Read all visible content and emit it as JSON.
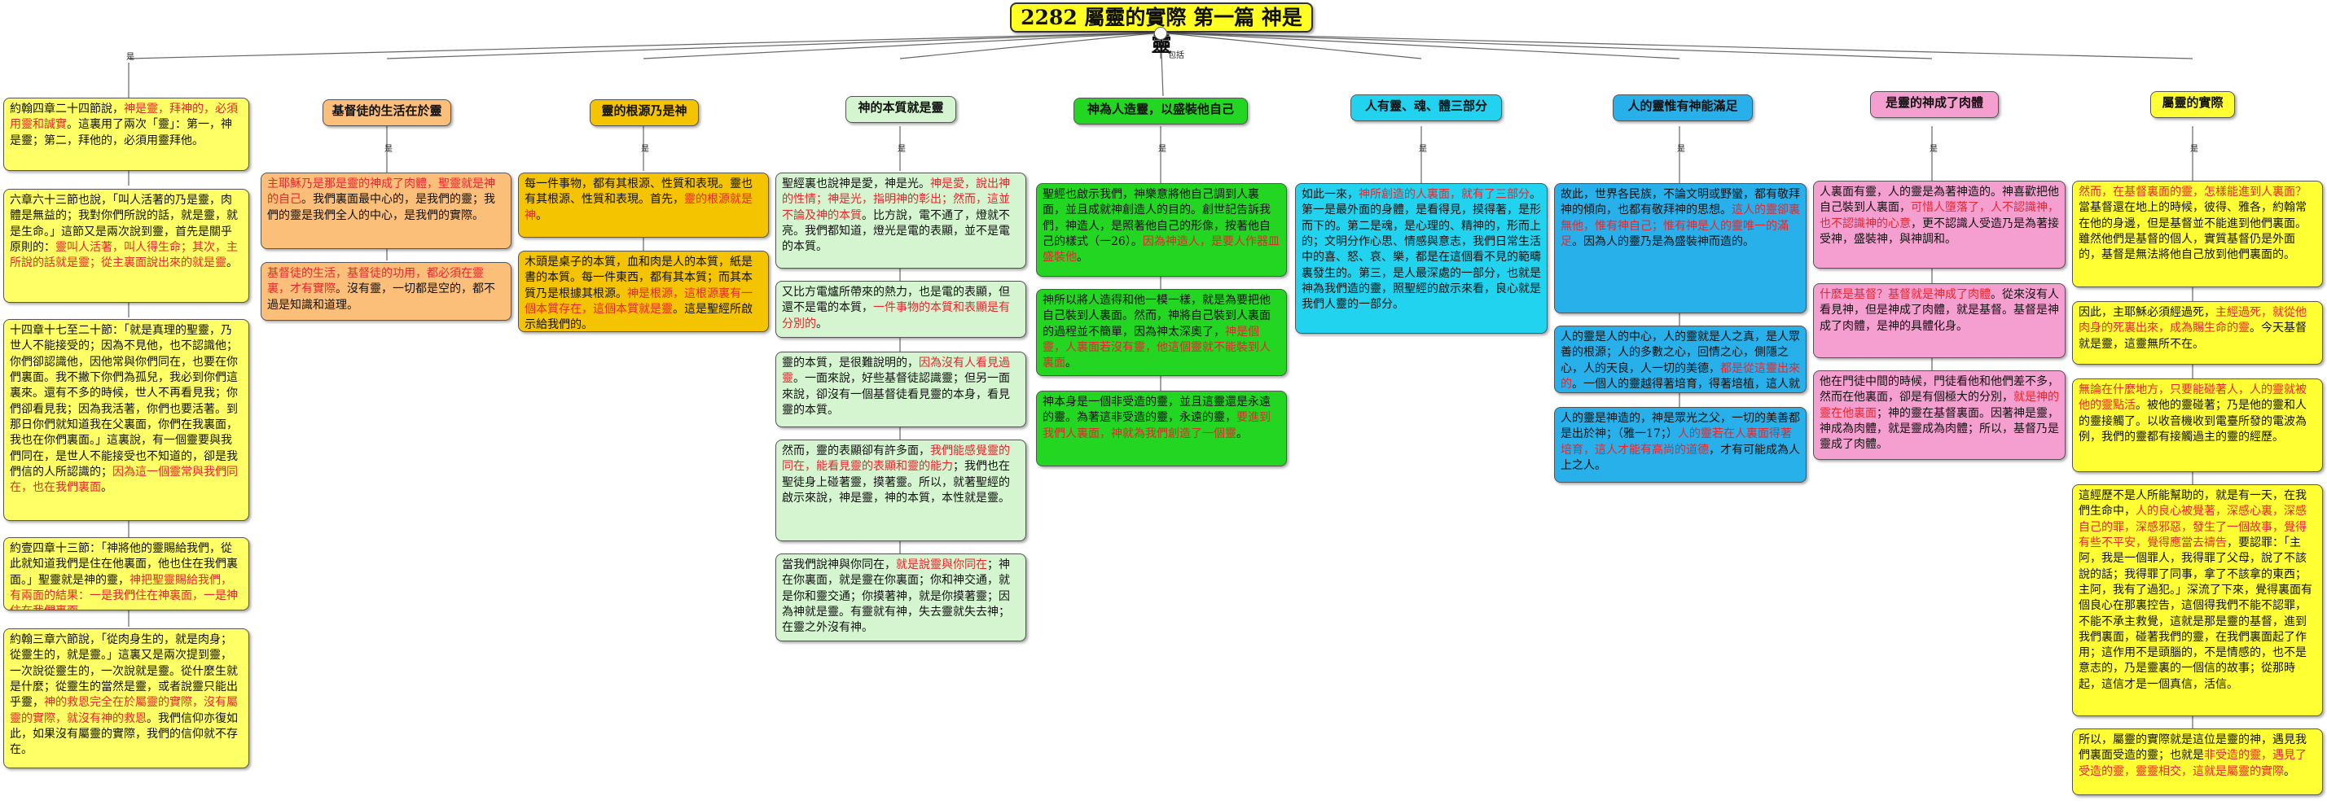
{
  "root": {
    "title": "2282 屬靈的實際 第一篇  神是靈"
  },
  "labels": {
    "root_rel": "包括",
    "rel": "是"
  },
  "branches": {
    "b1": {
      "title": "基督徒的生活在於靈"
    },
    "b2": {
      "title": "靈的根源乃是神"
    },
    "b3": {
      "title": "神的本質就是靈"
    },
    "b4": {
      "title": "神為人造靈，以盛裝他自己"
    },
    "b5": {
      "title": "人有靈、魂、體三部分"
    },
    "b6": {
      "title": "人的靈惟有神能滿足"
    },
    "b7": {
      "title": "是靈的神成了肉體"
    },
    "b8": {
      "title": "屬靈的實際"
    }
  },
  "col0": {
    "n1a": "約翰四章二十四節說，",
    "n1b": "神是靈，拜神的，必須用靈和誠實",
    "n1c": "。這裏用了兩次「靈」：第一，神是靈；第二，拜他的，必須用靈拜他。",
    "n2a": "六章六十三節也說，「叫人活著的乃是靈，肉體是無益的；我對你們所說的話，就是靈，就是生命。」這節又是兩次說到靈，首先是關乎原則的：",
    "n2b": "靈叫人活著，叫人得生命；其次，主所說的話就是靈；從主裏面說出來的就是靈",
    "n2c": "。",
    "n3a": "十四章十七至二十節：「就是真理的聖靈，乃世人不能接受的；因為不見他，也不認識他；你們卻認識他，因他常與你們同在，也要在你們裏面。我不撇下你們為孤兒，我必到你們這裏來。還有不多的時候，世人不再看見我；你們卻看見我；因為我活著，你們也要活著。到那日你們就知道我在父裏面，你們在我裏面，我也在你們裏面。」這裏說，有一個靈要與我們同在，是世人不能接受也不知道的，卻是我們信的人所認識的；",
    "n3b": "因為這一個靈常與我們同在，也在我們裏面",
    "n3c": "。",
    "n4a": "約壹四章十三節：「神將他的靈賜給我們，從此就知道我們是住在他裏面，他也住在我們裏面。」聖靈就是神的靈，",
    "n4b": "神把聖靈賜給我們，有兩面的結果：一是我們住在神裏面，一是神住在我們裏面",
    "n4c": "。",
    "n5a": "約翰三章六節說，「從肉身生的，就是肉身；從靈生的，就是靈。」這裏又是兩次提到靈，一次說從靈生的，一次說就是靈。從什麼生就是什麼；從靈生的當然是靈，或者說靈只能出乎靈，",
    "n5b": "神的救恩完全在於屬靈的實際，沒有屬靈的實際，就沒有神的救恩",
    "n5c": "。我們信仰亦復如此，如果沒有屬靈的實際，我們的信仰就不存在。"
  },
  "col1": {
    "n1a": "主耶穌乃是那是靈的神成了肉體，聖靈就是神的自己",
    "n1b": "。我們裏面最中心的，是我們的靈；我們的靈是我們全人的中心，是我們的實際。",
    "n2a": "基督徒的生活，基督徒的功用，都必須在靈裏，才有實際",
    "n2b": "。沒有靈，一切都是空的，都不過是知識和道理。"
  },
  "col2": {
    "n1a": "每一件事物，都有其根源、性質和表現。靈也有其根源、性質和表現。首先，",
    "n1b": "靈的根源就是神",
    "n1c": "。",
    "n2a": "木頭是桌子的本質，血和肉是人的本質，紙是書的本質。每一件東西，都有其本質；而其本質乃是根據其根源。",
    "n2b": "神是根源，這根源裏有一個本質存在，這個本質就是靈",
    "n2c": "。這是聖經所啟示給我們的。"
  },
  "col3": {
    "n1a": "聖經裏也說神是愛，神是光。",
    "n1b": "神是愛，說出神的性情；神是光，指明神的彰出；然而，這並不論及神的本質",
    "n1c": "。比方說，電不通了，燈就不亮。我們都知道，燈光是電的表顯，並不是電的本質。",
    "n2a": "又比方電爐所帶來的熱力，也是電的表顯，但還不是電的本質，",
    "n2b": "一件事物的本質和表顯是有分別的",
    "n2c": "。",
    "n3a": "靈的本質，是很難說明的，",
    "n3b": "因為沒有人看見過靈",
    "n3c": "。一面來說，好些基督徒認識靈；但另一面來說，卻沒有一個基督徒看見靈的本身，看見靈的本質。",
    "n4a": "然而，靈的表顯卻有許多面，",
    "n4b": "我們能感覺靈的同在，能看見靈的表顯和靈的能力",
    "n4c": "；我們也在聖徒身上碰著靈，摸著靈。所以，就著聖經的啟示來說，神是靈，神的本質，本性就是靈。",
    "n5a": "當我們說神與你同在，",
    "n5b": "就是說靈與你同在",
    "n5c": "；神在你裏面，就是靈在你裏面；你和神交通，就是你和靈交通；你摸著神，就是你摸著靈；因為神就是靈。有靈就有神，失去靈就失去神；在靈之外沒有神。"
  },
  "col4": {
    "n1a": "聖經也啟示我們，神樂意將他自己調到人裏面，並且成就神創造人的目的。創世記告訴我們，神造人，是照著他自己的形像，按著他自己的樣式（一26）。",
    "n1b": "因為神造人，是要人作器皿盛裝他",
    "n1c": "。",
    "n2a": "神所以將人造得和他一模一樣，就是為要把他自己裝到人裏面。然而，神將自己裝到人裏面的過程並不簡單，因為神太深奧了，",
    "n2b": "神是個靈，人裏面若沒有靈，他這個靈就不能裝到人裏面",
    "n2c": "。",
    "n3a": "神本身是一個非受造的靈，並且這靈還是永遠的靈。為著這非受造的靈，永遠的靈，",
    "n3b": "要進到我們人裏面，神就為我們創造了一個靈",
    "n3c": "。"
  },
  "col5": {
    "n1a": "如此一來，",
    "n1b": "神所創造的人裏面，就有了三部分",
    "n1c": "。第一是最外面的身體，是看得見，摸得著，是形而下的。第二是魂，是心理的、精神的，形而上的；文明分作心思、情感與意志，我們日常生活中的喜、怒、哀、樂，都是在這個看不見的範疇裏發生的。第三，是人最深處的一部分，也就是神為我們造的靈，照聖經的啟示來看，良心就是我們人靈的一部分。"
  },
  "col6": {
    "n1a": "故此，世界各民族，不論文明或野蠻，都有敬拜神的傾向，也都有敬拜神的思想。",
    "n1b": "這人的靈卻裏無他，惟有神自己；惟有神是人的靈唯一的滿足",
    "n1c": "。因為人的靈乃是為盛裝神而造的。",
    "n2a": "人的靈是人的中心，人的靈就是人之真，是人眾善的根源；人的多數之心，回情之心，側隱之心，人的天良，人一切的美德，",
    "n2b": "都是從這靈出來的",
    "n2c": "。一個人的靈越得著培育，得著培植，這人就越有良善，越有美德。",
    "n3a": "人的靈是神造的，神是眾光之父，一切的美善都是出於神；（雅一17；）",
    "n3b": "人的靈若在人裏面得著培育，這人才能有高尚的道德",
    "n3c": "，才有可能成為人上之人。"
  },
  "col7": {
    "n1a": "人裏面有靈，人的靈是為著神造的。神喜歡把他自己裝到人裏面，",
    "n1b": "可惜人墮落了，人不認識神，也不認識神的心意",
    "n1c": "，更不認識人受造乃是為著接受神，盛裝神，與神調和。",
    "n2a": "什麼是基督？基督就是神成了肉體",
    "n2b": "。從來沒有人看見神，但是神成了肉體，就是基督。基督是神成了肉體，是神的具體化身。",
    "n3a": "他在門徒中間的時候，門徒看他和他們差不多，然而在他裏面，卻是有個極大的分別，",
    "n3b": "就是神的靈在他裏面",
    "n3c": "；神的靈在基督裏面。因著神是靈，神成為肉體，就是靈成為肉體；所以，基督乃是靈成了肉體。"
  },
  "col8": {
    "n1a": "然而，在基督裏面的靈，怎樣能進到人裏面？",
    "n1b": "當基督還在地上的時候，彼得、雅各，約翰常在他的身邊，但是基督並不能進到他們裏面。雖然他們是基督的個人，實質基督仍是外面的，基督是無法將他自己放到他們裏面的。",
    "n2a": "因此，主耶穌必須經過死，",
    "n2b": "主經過死，就從他肉身的死裏出來，成為賜生命的靈",
    "n2c": "。今天基督就是靈，這靈無所不在。",
    "n3a": "無論在什麼地方，只要能碰著人，",
    "n3b": "人的靈就被他的靈點活",
    "n3c": "。被他的靈碰著；乃是他的靈和人的靈接觸了。以收音機收到電臺所發的電波為例，我們的靈都有接觸過主的靈的經歷。",
    "n4a": "這經歷不是人所能幫助的，就是有一天，在我們生命中，",
    "n4b": "人的良心被覺著，深感心裏，深感自己的罪，深感邪惡，發生了一個故事，覺得有些不平安，覺得應當去禱告",
    "n4c": "，要認罪：「主阿，我是一個罪人，我得罪了父母，說了不該說的話；我得罪了同事，拿了不該拿的東西；主阿，我有了過犯。」深流了下來，覺得裏面有個良心在那裏控告，這個得我們不能不認罪，不能不承主救覺，這就是那是靈的基督，進到我們裏面，碰著我們的靈，在我們裏面起了作用；這作用不是頭腦的，不是情感的，也不是意志的，乃是靈裏的一個信的故事；從那時起，這信才是一個真信，活信。",
    "n5a": "所以，屬靈的實際就是這位是靈的神，遇見我們裏面受造的靈；也就是",
    "n5b": "非受造的靈，遇見了受造的靈，靈靈相交，這就是屬靈的實際",
    "n5c": "。"
  },
  "colors": {
    "root": "#ffff22",
    "orange": "#fbbf7a",
    "gold": "#f5c400",
    "mint": "#d4f5cf",
    "green": "#22d622",
    "cyan": "#22d3f0",
    "blue": "#27b0ea",
    "pink": "#f49fcf",
    "yellow": "#ffff33",
    "red_text": "#e8262e"
  }
}
